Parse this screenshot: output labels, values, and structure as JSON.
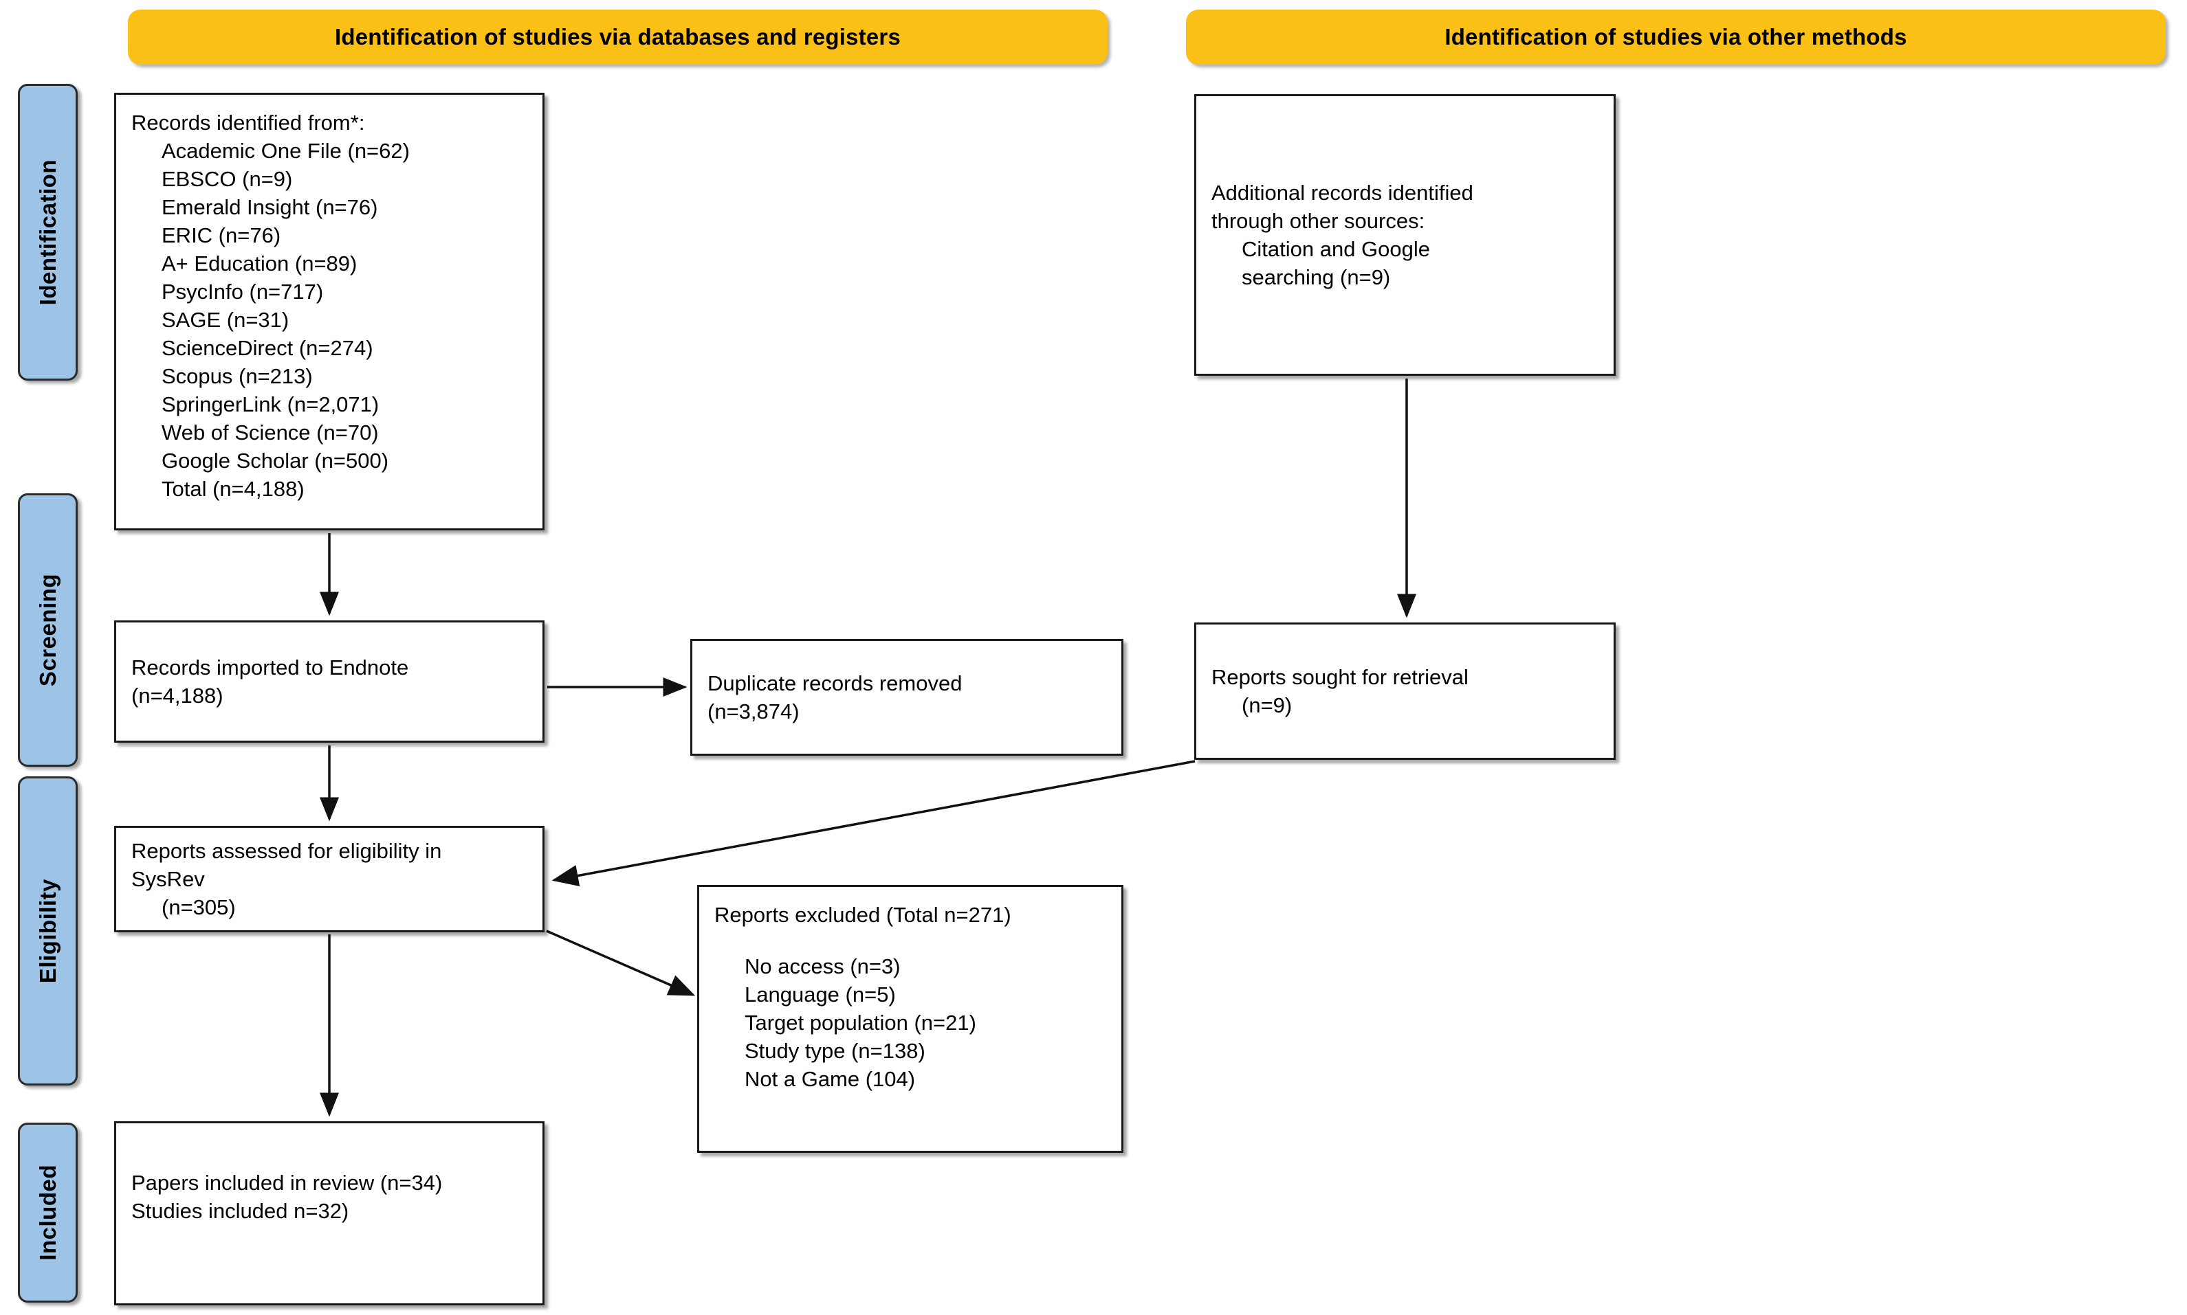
{
  "diagram": {
    "type": "prisma-flow-diagram",
    "title": "PRISMA 2020 flow diagram",
    "colors": {
      "banner": "#FBC015",
      "stage_bar": "#9DC3E6",
      "box_border": "#1a1a1a",
      "text": "#000000",
      "background": "#ffffff"
    }
  },
  "banners": {
    "left": "Identification of studies via databases and registers",
    "right": "Identification of studies via other methods"
  },
  "stage_bars": [
    {
      "id": "identification",
      "label": "Identification"
    },
    {
      "id": "screening",
      "label": "Screening"
    },
    {
      "id": "eligibility",
      "label": "Eligibility"
    },
    {
      "id": "included",
      "label": "Included"
    }
  ],
  "boxes": {
    "records_identified": {
      "id": "records-identified",
      "heading": "Records identified from*:",
      "sources": [
        "Academic One File (n=62)",
        "EBSCO (n=9)",
        "Emerald Insight (n=76)",
        "ERIC (n=76)",
        "A+ Education (n=89)",
        "PsycInfo (n=717)",
        "SAGE (n=31)",
        "ScienceDirect (n=274)",
        "Scopus (n=213)",
        "SpringerLink (n=2,071)",
        "Web of Science (n=70)",
        "Google Scholar (n=500)",
        "Total (n=4,188)"
      ]
    },
    "additional_records": {
      "id": "additional-records",
      "line1": "Additional records identified",
      "line2": "through other sources:",
      "line3": "Citation and Google",
      "line4": "searching (n=9)"
    },
    "records_imported": {
      "id": "records-imported-endnote",
      "line1": "Records imported to Endnote",
      "line2": "(n=4,188)"
    },
    "duplicates_removed": {
      "id": "duplicate-records-removed",
      "line1": "Duplicate records removed",
      "line2": "(n=3,874)"
    },
    "reports_sought": {
      "id": "reports-sought-for-retrieval",
      "line1": "Reports sought for retrieval",
      "line2": "(n=9)"
    },
    "reports_assessed": {
      "id": "reports-assessed-for-eligibility",
      "line1": "Reports assessed for eligibility in",
      "line2": "SysRev",
      "line3": "(n=305)"
    },
    "reports_excluded": {
      "id": "reports-excluded",
      "heading": "Reports excluded (Total n=271)",
      "reasons": [
        "No access (n=3)",
        "Language (n=5)",
        "Target population (n=21)",
        "Study type (n=138)",
        "Not a Game (104)"
      ]
    },
    "papers_included": {
      "id": "papers-included-in-review",
      "line1": "Papers included in review (n=34)",
      "line2": "Studies included n=32)"
    }
  },
  "connectors": [
    {
      "id": "identified-to-imported",
      "from": "records_identified",
      "to": "records_imported",
      "direction": "down"
    },
    {
      "id": "imported-to-duplicates",
      "from": "records_imported",
      "to": "duplicates_removed",
      "direction": "right"
    },
    {
      "id": "imported-to-assessed",
      "from": "records_imported",
      "to": "reports_assessed",
      "direction": "down"
    },
    {
      "id": "additional-to-sought",
      "from": "additional_records",
      "to": "reports_sought",
      "direction": "down"
    },
    {
      "id": "sought-to-assessed",
      "from": "reports_sought",
      "to": "reports_assessed",
      "direction": "diagonal-down-left"
    },
    {
      "id": "assessed-to-excluded",
      "from": "reports_assessed",
      "to": "reports_excluded",
      "direction": "diagonal-down-right"
    },
    {
      "id": "assessed-to-included",
      "from": "reports_assessed",
      "to": "papers_included",
      "direction": "down"
    }
  ]
}
